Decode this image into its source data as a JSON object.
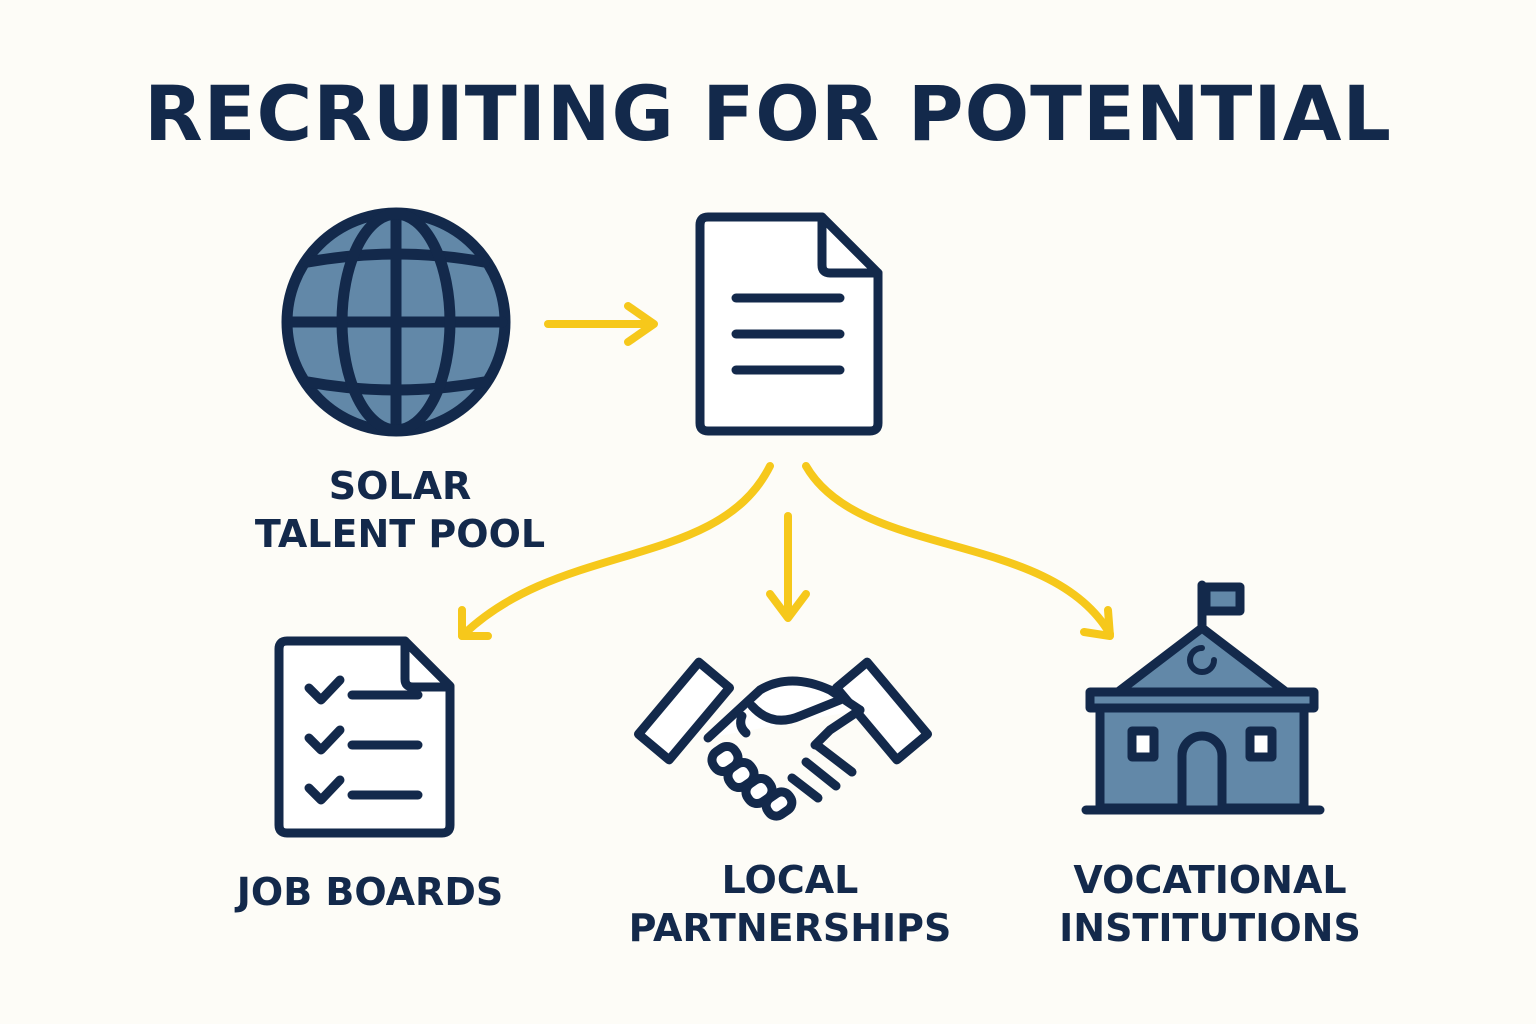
{
  "title": "RECRUITING FOR POTENTIAL",
  "nodes": {
    "talent_pool": {
      "line1": "SOLAR",
      "line2": "TALENT POOL",
      "icon": "globe-icon"
    },
    "document": {
      "icon": "document-icon"
    },
    "job_boards": {
      "line1": "JOB BOARDS",
      "icon": "checklist-icon"
    },
    "local_partnerships": {
      "line1": "LOCAL",
      "line2": "PARTNERSHIPS",
      "icon": "handshake-icon"
    },
    "vocational": {
      "line1": "VOCATIONAL",
      "line2": "INSTITUTIONS",
      "icon": "school-building-icon"
    }
  },
  "edges": [
    {
      "from": "talent_pool",
      "to": "document"
    },
    {
      "from": "document",
      "to": "job_boards"
    },
    {
      "from": "document",
      "to": "local_partnerships"
    },
    {
      "from": "document",
      "to": "vocational"
    }
  ],
  "colors": {
    "navy": "#13294b",
    "icon_fill": "#6288a8",
    "arrow": "#f6c81b",
    "background": "#fdfcf7"
  }
}
